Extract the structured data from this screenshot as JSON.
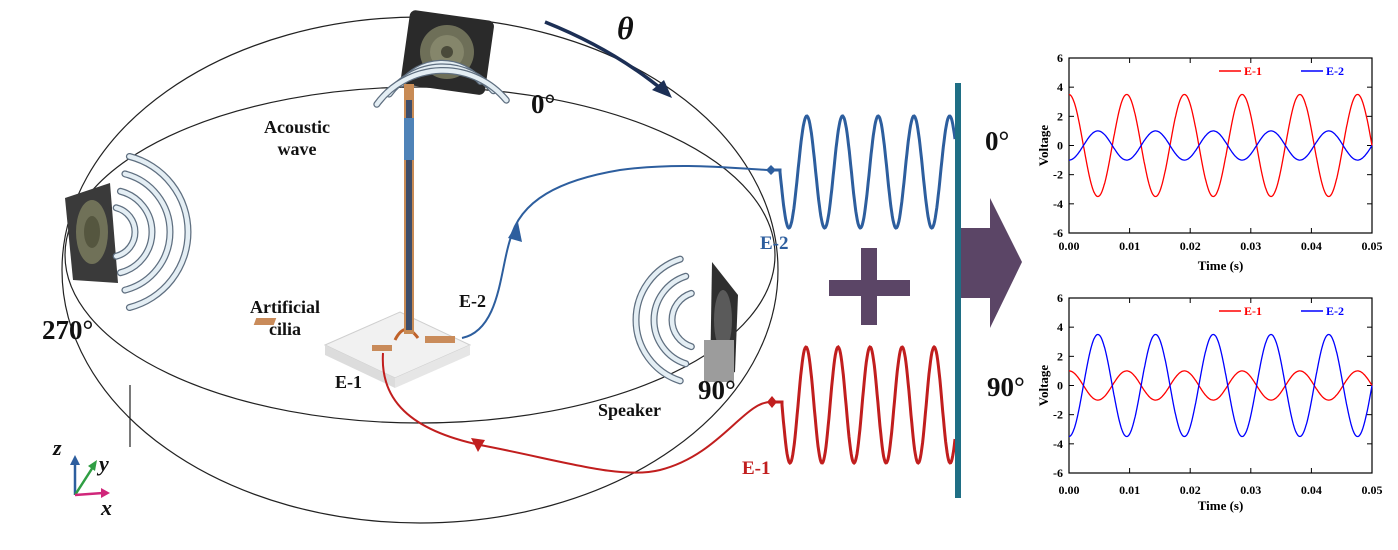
{
  "diagram": {
    "theta": "θ",
    "angles": {
      "a0": "0°",
      "a90": "90°",
      "a270": "270°"
    },
    "acoustic_wave": [
      "Acoustic",
      "wave"
    ],
    "artificial_cilia": [
      "Artificial",
      "cilia"
    ],
    "speaker": "Speaker",
    "electrode_left_e1": "E-1",
    "electrode_right_e2": "E-2",
    "signal_e2": "E-2",
    "signal_e1": "E-1",
    "axes": {
      "z": "z",
      "y": "y",
      "x": "x"
    },
    "angle_top_panel": "0°",
    "angle_bottom_panel": "90°",
    "colors": {
      "e1": "#d62828",
      "e2": "#2d5e9e",
      "arrow": "#5b4566",
      "plus": "#5b4566",
      "divider": "#1f6f85"
    }
  },
  "chart_data": [
    {
      "type": "line",
      "title": "",
      "xlabel": "Time (s)",
      "ylabel": "Voltage",
      "xlim": [
        0,
        0.05
      ],
      "ylim": [
        -6,
        6
      ],
      "xticks": [
        "0.00",
        "0.01",
        "0.02",
        "0.03",
        "0.04",
        "0.05"
      ],
      "yticks": [
        "-6",
        "-4",
        "-2",
        "0",
        "2",
        "4",
        "6"
      ],
      "legend_position": "top-right",
      "frequency_hz": 105,
      "series": [
        {
          "name": "E-1",
          "color": "#ff0000",
          "amplitude": 3.5,
          "phase_deg": 90
        },
        {
          "name": "E-2",
          "color": "#0000ff",
          "amplitude": 1.0,
          "phase_deg": -90
        }
      ]
    },
    {
      "type": "line",
      "title": "",
      "xlabel": "Time (s)",
      "ylabel": "Voltage",
      "xlim": [
        0,
        0.05
      ],
      "ylim": [
        -6,
        6
      ],
      "xticks": [
        "0.00",
        "0.01",
        "0.02",
        "0.03",
        "0.04",
        "0.05"
      ],
      "yticks": [
        "-6",
        "-4",
        "-2",
        "0",
        "2",
        "4",
        "6"
      ],
      "legend_position": "top-right",
      "frequency_hz": 105,
      "series": [
        {
          "name": "E-1",
          "color": "#ff0000",
          "amplitude": 1.0,
          "phase_deg": 90
        },
        {
          "name": "E-2",
          "color": "#0000ff",
          "amplitude": 3.5,
          "phase_deg": -90
        }
      ]
    }
  ]
}
